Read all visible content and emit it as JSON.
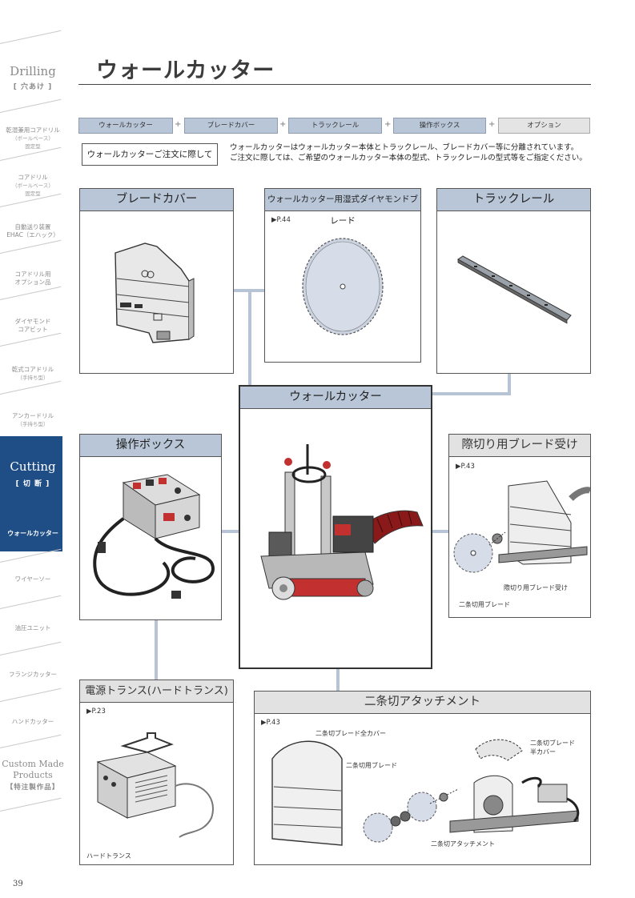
{
  "sidebar": {
    "drilling": {
      "title": "Drilling",
      "sub": "[ 穴あけ ]"
    },
    "items": [
      {
        "main": "乾湿兼用コアドリル",
        "sub": "（ボールベース）",
        "sub2": "固定型"
      },
      {
        "main": "コアドリル",
        "sub": "（ボールベース）",
        "sub2": "固定型"
      },
      {
        "main": "自動送り装置",
        "main2": "EHAC（エハック）"
      },
      {
        "main": "コアドリル用",
        "main2": "オプション品"
      },
      {
        "main": "ダイヤモンド",
        "main2": "コアビット"
      },
      {
        "main": "乾式コアドリル",
        "sub": "（手持ち型）"
      },
      {
        "main": "アンカードリル",
        "sub": "（手持ち型）"
      }
    ],
    "cutting": {
      "title": "Cutting",
      "sub": "[ 切 断 ]"
    },
    "active_item": "ウォールカッター",
    "items2": [
      "ワイヤーソー",
      "油圧ユニット",
      "フランジカッター",
      "ハンドカッター"
    ],
    "custom": {
      "line1": "Custom Made",
      "line2": "Products",
      "sub": "【特注製作品】"
    }
  },
  "header": {
    "title": "ウォールカッター"
  },
  "flow": [
    "ウォールカッター",
    "ブレードカバー",
    "トラックレール",
    "操作ボックス",
    "オプション"
  ],
  "flow_plus": "+",
  "order_note": {
    "box": "ウォールカッターご注文に際して",
    "line1": "ウォールカッターはウォールカッター本体とトラックレール、ブレードカバー等に分離されています。",
    "line2": "ご注文に際しては、ご希望のウォールカッター本体の型式、トラックレールの型式等をご指定ください。"
  },
  "panels": {
    "blade_cover": {
      "title": "ブレードカバー"
    },
    "diamond_blade": {
      "title": "ウォールカッター用湿式ダイヤモンドブレード",
      "ref": "▶P.44"
    },
    "track_rail": {
      "title": "トラックレール"
    },
    "wall_cutter": {
      "title": "ウォールカッター"
    },
    "control_box": {
      "title": "操作ボックス"
    },
    "flush_blade": {
      "title": "際切り用ブレード受け",
      "ref": "▶P.43",
      "cap1": "際切り用ブレード受け",
      "cap2": "二条切用ブレード"
    },
    "transformer": {
      "title": "電源トランス(ハードトランス)",
      "ref": "▶P.23",
      "cap": "ハードトランス"
    },
    "double_cut": {
      "title": "二条切アタッチメント",
      "ref": "▶P.43",
      "cap_cover": "二条切ブレード全カバー",
      "cap_blade": "二条切用ブレード",
      "cap_half": "二条切ブレード",
      "cap_half2": "半カバー",
      "cap_attach": "二条切アタッチメント"
    }
  },
  "colors": {
    "accent": "#1f4e86",
    "panel_header": "#b8c6d8",
    "connector": "#b6c4d6"
  },
  "page_number": "39"
}
